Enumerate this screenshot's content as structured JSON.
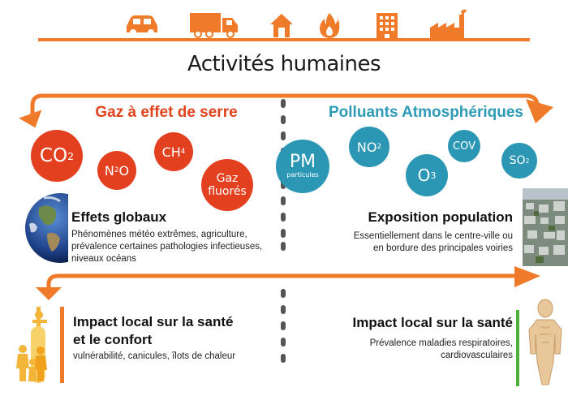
{
  "top_icons": [
    "car-icon",
    "truck-icon",
    "house-icon",
    "fire-icon",
    "building-icon",
    "factory-icon"
  ],
  "main_title": "Activités humaines",
  "left": {
    "title": "Gaz à effet de serre",
    "gases": [
      {
        "base": "CO",
        "sub": "2"
      },
      {
        "pre": "N",
        "sub": "2",
        "base": "O"
      },
      {
        "base": "CH",
        "sub": "4"
      },
      {
        "line1": "Gaz",
        "line2": "fluorés"
      }
    ],
    "effects_heading": "Effets globaux",
    "effects_desc": [
      "Phénomènes météo extrêmes, agriculture,",
      "prévalence certaines pathologies infectieuses,",
      "niveaux océans"
    ],
    "impact_heading": [
      "Impact local sur la santé",
      "et le confort"
    ],
    "impact_desc": "vulnérabilité, canicules, îlots de chaleur"
  },
  "right": {
    "title": "Polluants Atmosphériques",
    "pollutants": [
      {
        "base": "PM",
        "small": "particules"
      },
      {
        "base": "NO",
        "sub": "2"
      },
      {
        "base": "COV"
      },
      {
        "base": "O",
        "sub": "3"
      },
      {
        "base": "SO",
        "sub": "2"
      }
    ],
    "exposure_heading": "Exposition population",
    "exposure_desc": [
      "Essentiellement dans le centre-ville ou",
      "en bordure des principales voiries"
    ],
    "impact_heading": "Impact local sur la santé",
    "impact_desc": [
      "Prévalence maladies respiratoires,",
      "cardiovasculaires"
    ]
  },
  "colors": {
    "orange": "#ee7a2a",
    "red": "#e2401e",
    "blue": "#2b97b5",
    "divider": "#555555"
  }
}
